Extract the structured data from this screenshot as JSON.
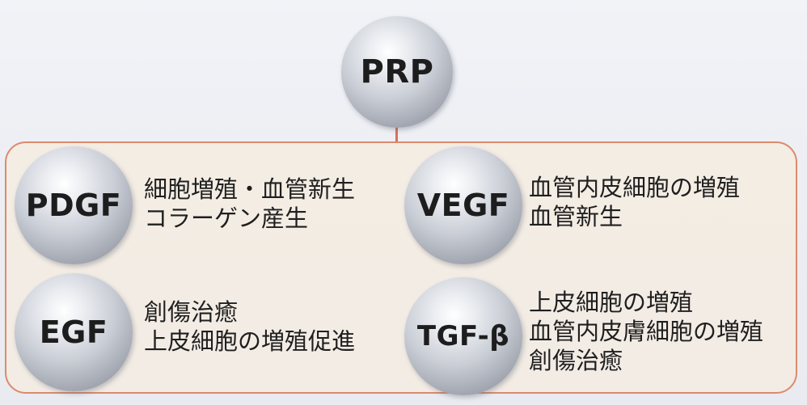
{
  "root": {
    "label": "PRP"
  },
  "factors": [
    {
      "label": "PDGF",
      "effects": [
        "細胞増殖・血管新生",
        "コラーゲン産生"
      ]
    },
    {
      "label": "VEGF",
      "effects": [
        "血管内皮細胞の増殖",
        "血管新生"
      ]
    },
    {
      "label": "EGF",
      "effects": [
        "創傷治癒",
        "上皮細胞の増殖促進"
      ]
    },
    {
      "label": "TGF-β",
      "effects": [
        "上皮細胞の増殖",
        "血管内皮膚細胞の増殖",
        "創傷治癒"
      ]
    }
  ],
  "colors": {
    "panel_border": "#dc8a6c",
    "connector": "#d8705a",
    "panel_fill": "#f4ede4"
  }
}
